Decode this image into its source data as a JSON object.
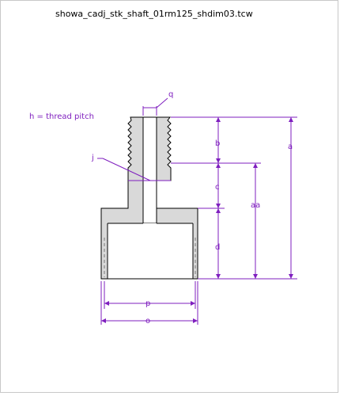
{
  "file_title": "showa_cadj_stk_shaft_01rm125_shdim03.tcw",
  "note": "h = thread pitch",
  "labels": {
    "a": "a",
    "aa": "aa",
    "b": "b",
    "c": "c",
    "d": "d",
    "j": "j",
    "o": "o",
    "p": "p",
    "q": "q"
  },
  "colors": {
    "dimension": "#7f1fbf",
    "part_fill": "#d9d9d9",
    "outline": "#000000"
  }
}
